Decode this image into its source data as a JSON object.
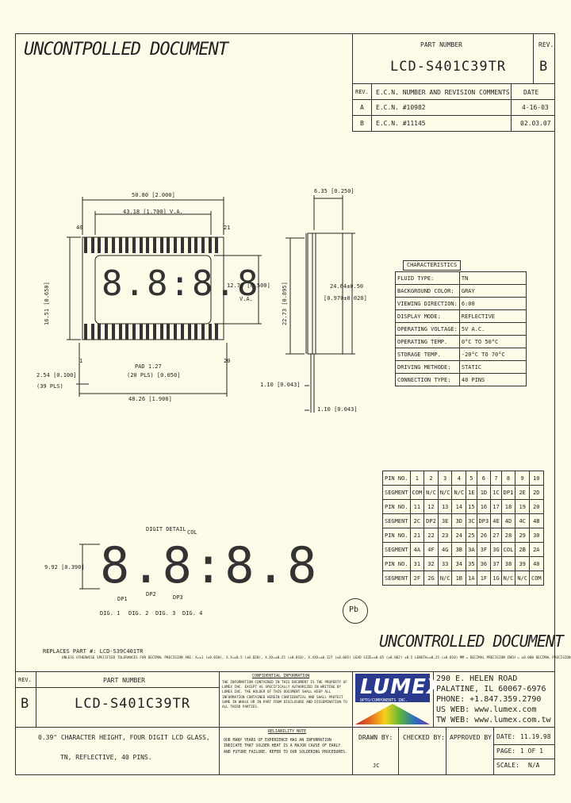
{
  "header": {
    "watermark_top": "UNCONTPOLLED DOCUMENT",
    "part_number_label": "PART NUMBER",
    "part_number": "LCD-S401C39TR",
    "rev_label": "REV.",
    "rev": "B"
  },
  "revisions": {
    "headers": [
      "REV.",
      "E.C.N. NUMBER AND REVISION COMMENTS",
      "DATE"
    ],
    "rows": [
      {
        "rev": "A",
        "ecn": "E.C.N. #10982",
        "date": "4-16-03"
      },
      {
        "rev": "B",
        "ecn": "E.C.N. #11145",
        "date": "02.03.07"
      }
    ]
  },
  "drawing": {
    "dim_width_outer": "50.80 [2.000]",
    "dim_va_width": "43.18 [1.700] V.A.",
    "pin_left_top": "40",
    "pin_right_top": "21",
    "pin_left_bottom": "1",
    "pin_right_bottom": "20",
    "dim_height_outer": "16.51 [0.650]",
    "dim_va_height_1": "12.70 [0.500]",
    "dim_va_height_2": "V.A.",
    "pad_pitch": "PAD 1.27",
    "pad_count": "(20 PLS) [0.050]",
    "pitch_1": "2.54 [0.100]",
    "pitch_2": "(39 PLS)",
    "dim_width_pins": "48.26 [1.900]",
    "dim_thickness": "6.35 [0.250]",
    "dim_glass_height": "24.64±0.50",
    "dim_glass_height_in": "[0.970±0.020]",
    "dim_pin_span": "22.73 [0.895]",
    "dim_pin_1": "1.10 [0.043]",
    "dim_pin_2": "1.10 [0.043]",
    "digit_label": "DIGIT DETAIL",
    "digit_height": "9.92 [0.390]",
    "dig_labels": [
      "DIG. 1",
      "DIG. 2",
      "DIG. 3",
      "DIG. 4"
    ],
    "dp_labels": [
      "DP1",
      "DP2",
      "DP3"
    ],
    "col_label": "COL"
  },
  "characteristics": {
    "title": "CHARACTERISTICS",
    "rows": [
      [
        "FLUID TYPE:",
        "TN"
      ],
      [
        "BACKGROUND COLOR:",
        "GRAY"
      ],
      [
        "VIEWING DIRECTION:",
        "6:00"
      ],
      [
        "DISPLAY MODE:",
        "REFLECTIVE"
      ],
      [
        "OPERATING VOLTAGE:",
        "5V A.C."
      ],
      [
        "OPERATING TEMP.",
        "0°C TO 50°C"
      ],
      [
        "STORAGE TEMP.",
        "-20°C TO 70°C"
      ],
      [
        "DRIVING METHODE:",
        "STATIC"
      ],
      [
        "CONNECTION TYPE:",
        "40 PINS"
      ]
    ]
  },
  "pinout": {
    "rows": [
      [
        "PIN NO.",
        "1",
        "2",
        "3",
        "4",
        "5",
        "6",
        "7",
        "8",
        "9",
        "10"
      ],
      [
        "SEGMENT",
        "COM",
        "N/C",
        "N/C",
        "N/C",
        "1E",
        "1D",
        "1C",
        "DP1",
        "2E",
        "2D"
      ],
      [
        "PIN NO.",
        "11",
        "12",
        "13",
        "14",
        "15",
        "16",
        "17",
        "18",
        "19",
        "20"
      ],
      [
        "SEGMENT",
        "2C",
        "DP2",
        "3E",
        "3D",
        "3C",
        "DP3",
        "4E",
        "4D",
        "4C",
        "4B"
      ],
      [
        "PIN NO.",
        "21",
        "22",
        "23",
        "24",
        "25",
        "26",
        "27",
        "28",
        "29",
        "30"
      ],
      [
        "SEGMENT",
        "4A",
        "4F",
        "4G",
        "3B",
        "3A",
        "3F",
        "3G",
        "COL",
        "2B",
        "2A"
      ],
      [
        "PIN NO.",
        "31",
        "32",
        "33",
        "34",
        "35",
        "36",
        "37",
        "38",
        "39",
        "40"
      ],
      [
        "SEGMENT",
        "2F",
        "2G",
        "N/C",
        "1B",
        "1A",
        "1F",
        "1G",
        "N/C",
        "N/C",
        "COM"
      ]
    ]
  },
  "notes": {
    "rohs": "Pb",
    "watermark_bottom": "UNCONTROLLED DOCUMENT",
    "replaces": "REPLACES PART #: LCD-S39C401TR",
    "tolerances": "UNLESS OTHERWISE SPECIFIED TOLERANCES FOR DECIMAL PRECISION ARE: X=±1 (±0.030), X.X=±0.5 (±0.020), X.XX=±0.25 (±0.010), X.XXX=±0.127 (±0.005)   LEAD SIZE=±0.05 (±0.002)   ±0.5 LENGTH=±0.25 (±0.010)   MM = DECIMAL PRECISION   INCH = ±0.000 DECIMAL PRECISION"
  },
  "title_block": {
    "rev_label": "REV.",
    "rev": "B",
    "part_number_label": "PART NUMBER",
    "part_number": "LCD-S401C39TR",
    "confidential_title": "CONFIDENTIAL INFORMATION",
    "confidential_text": "THE INFORMATION CONTAINED IN THIS DOCUMENT IS THE PROPERTY OF LUMEX INC. EXCEPT AS SPECIFICALLY AUTHORIZED IN WRITING BY LUMEX INC. THE HOLDER OF THIS DOCUMENT SHALL KEEP ALL INFORMATION CONTAINED HEREIN CONFIDENTIAL AND SHALL PROTECT SAME IN WHOLE OR IN PART FROM DISCLOSURE AND DISSEMINATION TO ALL THIRD PARTIES.",
    "logo": "LUMEX",
    "logo_sub": "OPTO/COMPONENTS INC.",
    "address_1": "290 E. HELEN ROAD",
    "address_2": "PALATINE, IL 60067-6976",
    "phone": "PHONE: +1.847.359.2790",
    "us_web": "US WEB: www.lumex.com",
    "tw_web": "TW WEB: www.lumex.com.tw",
    "description_1": "0.39\" CHARACTER HEIGHT, FOUR DIGIT LCD GLASS,",
    "description_2": "TN, REFLECTIVE, 40 PINS.",
    "reliability_title": "RELIABILITY NOTE",
    "reliability_text": "OUR MANY YEARS OF EXPERIENCE HAS AN INFORMATION INDICATE THAT SOLDER HEAT IS A MAJOR CAUSE OF EARLY AND FUTURE FAILURE. REFER TO OUR SOLDERING PROCEDURES.",
    "drawn_by_label": "DRAWN BY:",
    "drawn_by": "JC",
    "checked_by_label": "CHECKED BY:",
    "approved_by_label": "APPROVED BY:",
    "date_label": "DATE:",
    "date": "11.19.98",
    "page_label": "PAGE:",
    "page": "1 OF 1",
    "scale_label": "SCALE:",
    "scale": "N/A"
  }
}
